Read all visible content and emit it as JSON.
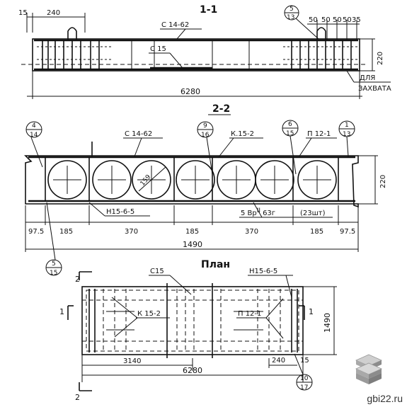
{
  "views": {
    "section_1_1": {
      "title": "1-1"
    },
    "section_2_2": {
      "title": "2-2"
    },
    "plan": {
      "title": "План"
    }
  },
  "section_1_1": {
    "dims": {
      "left_edge": "15",
      "loop_offset": "240",
      "length": "6280",
      "height": "220",
      "spacing": [
        "50",
        "50",
        "50",
        "50",
        "35"
      ]
    },
    "labels": {
      "frame_top": "С 14-62",
      "frame_mid": "С 15",
      "lifting_note": [
        "ДЛЯ",
        "ЗАХВАТА"
      ]
    },
    "callout": {
      "top": "5",
      "bottom": "13"
    }
  },
  "section_2_2": {
    "labels": {
      "frame_top": "С 14-62",
      "frame_k": "К.15-2",
      "loop": "П 12-1",
      "mesh": "Н15-6-5",
      "bars": "5 Вр",
      "bars_sup": "II",
      "bars_size": "63г",
      "count": "(23шт)",
      "void_diam": "159"
    },
    "callouts": [
      {
        "top": "4",
        "bottom": "14"
      },
      {
        "top": "9",
        "bottom": "16"
      },
      {
        "top": "6",
        "bottom": "15"
      },
      {
        "top": "1",
        "bottom": "13"
      },
      {
        "top": "5",
        "bottom": "15"
      }
    ],
    "dims": {
      "height": "220",
      "width": "1490",
      "segments": [
        "97.5",
        "185",
        "370",
        "185",
        "370",
        "185",
        "97.5"
      ]
    }
  },
  "plan": {
    "labels": {
      "frame_c": "С15",
      "mesh": "Н15-6-5",
      "frame_k": "К 15-2",
      "loop": "П 12-1",
      "cut_1": "1",
      "cut_2": "2"
    },
    "dims": {
      "width": "1490",
      "half_length": "3140",
      "length": "6280",
      "loop_offset": "240",
      "edge": "15"
    },
    "callout": {
      "top": "10",
      "bottom": "17"
    }
  },
  "watermark": {
    "text": "gbi22.ru"
  }
}
